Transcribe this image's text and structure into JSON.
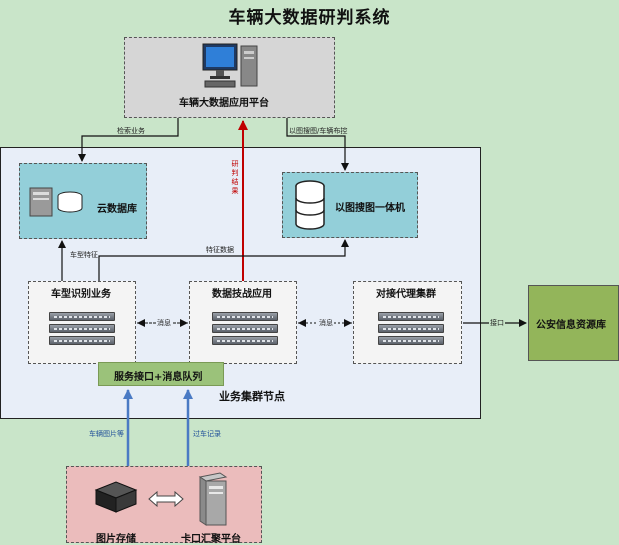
{
  "title": "车辆大数据研判系统",
  "platform": {
    "label": "车辆大数据应用平台"
  },
  "cloud_db": {
    "label": "云数据库"
  },
  "image_search": {
    "label": "以图搜图一体机"
  },
  "vehicle_recognition": {
    "label": "车型识别业务"
  },
  "data_tactics": {
    "label": "数据技战应用"
  },
  "proxy_cluster": {
    "label": "对接代理集群"
  },
  "public_security_db": {
    "label": "公安信息资源库"
  },
  "service_interface": {
    "label": "服务接口+消息队列"
  },
  "cluster_label": "业务集群节点",
  "image_storage": {
    "label": "图片存储"
  },
  "checkpoint_platform": {
    "label": "卡口汇聚平台"
  },
  "edges": {
    "retrieval": "检索业务",
    "search_control": "以图搜图/车辆布控",
    "result": "研判结果",
    "vehicle_feature": "车型特征",
    "feature_data": "特征数据",
    "message_1": "消息",
    "message_2": "消息",
    "interface": "接口",
    "vehicle_images": "车辆图片等",
    "passing_records": "过车记录"
  }
}
